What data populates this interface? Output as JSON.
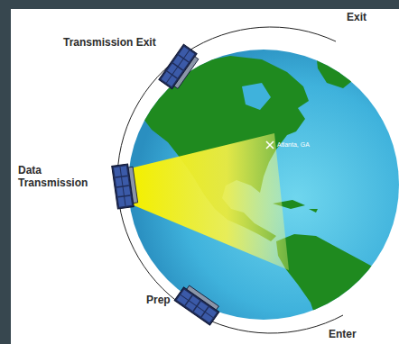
{
  "diagram": {
    "labels": [
      "Transmission Exit",
      "Exit",
      "Data Transmission",
      "Atlanta, GA",
      "Prep",
      "Enter"
    ]
  }
}
